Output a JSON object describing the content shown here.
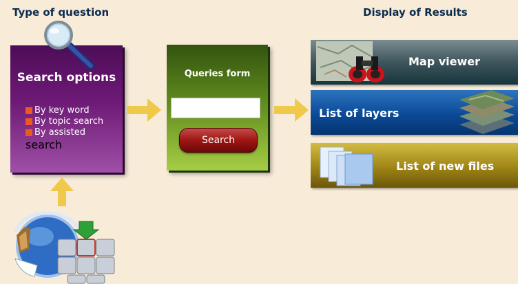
{
  "headings": {
    "left": "Type of question",
    "right": "Display of Results"
  },
  "search_options": {
    "title": "Search options",
    "items": [
      {
        "label": "By key word"
      },
      {
        "label": "By topic search"
      },
      {
        "label": "By assisted",
        "continuation": "search"
      }
    ]
  },
  "queries_form": {
    "title": "Queries form",
    "input_value": "",
    "button_label": "Search"
  },
  "results": [
    {
      "label": "Map viewer",
      "icon": "binoculars-on-map-icon"
    },
    {
      "label": "List of layers",
      "icon": "stacked-map-layers-icon"
    },
    {
      "label": "List of new files",
      "icon": "stacked-files-icon"
    }
  ],
  "icons": {
    "magnifier": "magnifying-glass-icon",
    "keyboard": "globe-keyboard-icon"
  },
  "colors": {
    "background": "#f8ecd9",
    "heading": "#0c2c4e",
    "search_box": "#6e1a77",
    "query_box": "#5e8a1d",
    "arrow": "#f0c84a",
    "bullet": "#ec5a1e"
  }
}
